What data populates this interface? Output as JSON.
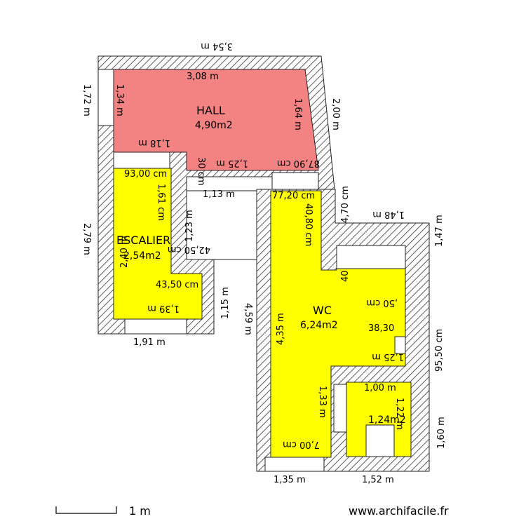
{
  "rooms": {
    "hall": {
      "name": "HALL",
      "area": "4,90m2"
    },
    "escalier": {
      "name": "ESCALIER",
      "area": "2,54m2"
    },
    "wc": {
      "name": "WC",
      "area": "6,24m2"
    },
    "small": {
      "area": "1,24m2"
    }
  },
  "dims": {
    "top_outer": "3,54 m",
    "hall_width": "3,08 m",
    "left_hall": "1,72 m",
    "hall_left_inner": "1,34 m",
    "hall_right_inner": "1,64 m",
    "hall_right_outer": "2,00 m",
    "hall_bottom_a": "1,18 m",
    "hall_bottom_30": "30 cm",
    "hall_bottom_125": "1,25 m",
    "hall_bottom_8790": "87,90 cm",
    "escalier_top": "93,00 cm",
    "escalier_left_outer": "2,79 m",
    "escalier_left_inner": "2,40 m",
    "escalier_vert": "1,61 cm",
    "corridor_113": "1,13 m",
    "corridor_123": "1,23 m",
    "esc_4250": "42,50 cm",
    "esc_4350": "43,50 cm",
    "esc_139": "1,39 m",
    "esc_115": "1,15 m",
    "esc_bottom": "1,91 m",
    "wc_7720": "77,20 cm",
    "wc_470": "4,70 cm",
    "wc_top_right": "1,48 m",
    "wc_right_147": "1,47 m",
    "wc_4080": "40,80 cm",
    "wc_40": "40",
    "wc_435": "4,35 m",
    "wc_459": "4,59 m",
    "wc_3830": "38,30",
    "wc_50": ",50 cm",
    "wc_125": "1,25 m",
    "wc_9550": "95,50 cm",
    "wc_133": "1,33 m",
    "wc_bottom_135": "1,35 m",
    "wc_bottom_700": "7,00 cm",
    "small_100": "1,00 m",
    "small_122": "1,22 m",
    "small_160": "1,60 m",
    "small_152": "1,52 m"
  },
  "scale": {
    "label": "1 m"
  },
  "watermark": "www.archifacile.fr",
  "colors": {
    "hall_fill": "#f38383",
    "room_fill": "#ffff00",
    "wall_hatch": "#333333",
    "wall_bg": "#ffffff"
  }
}
